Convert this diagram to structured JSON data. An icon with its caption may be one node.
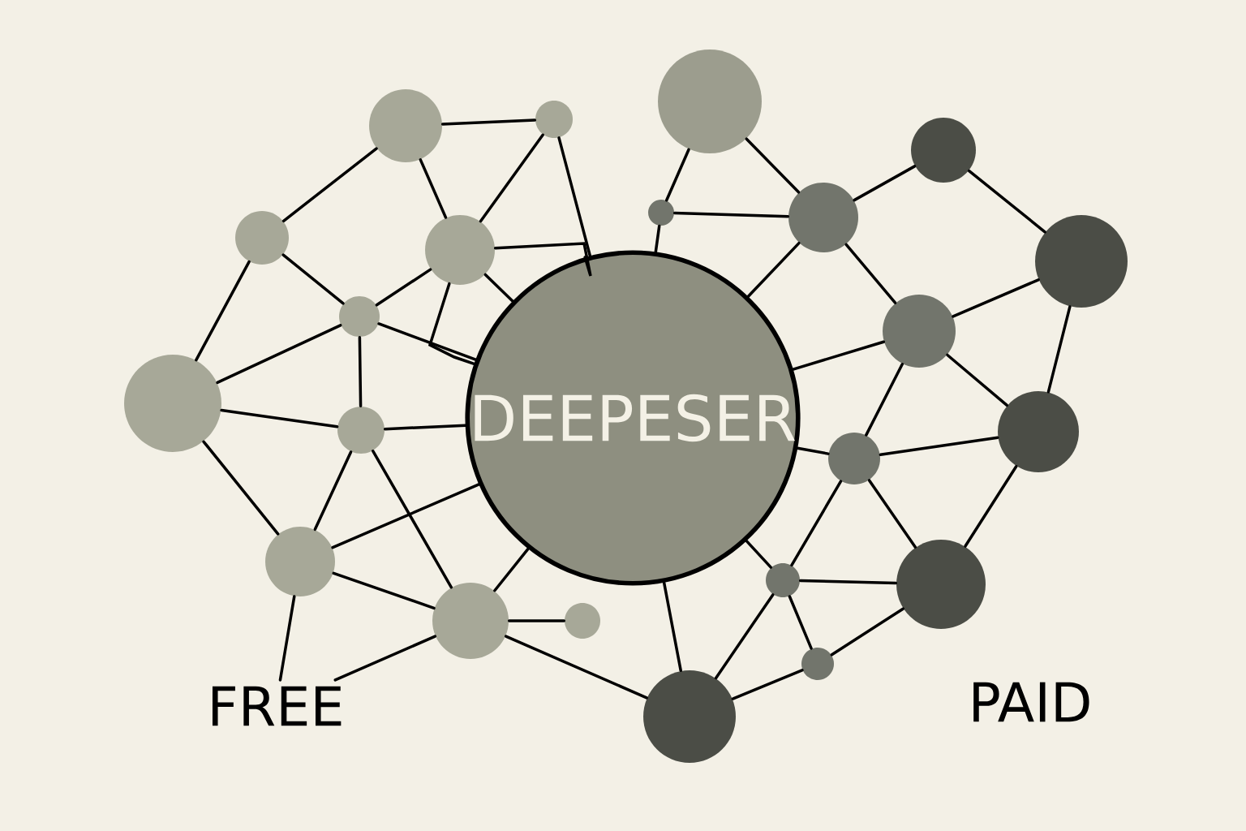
{
  "diagram": {
    "nodes": [
      {
        "text": [
          "DEEPESER"
        ]
      },
      {
        "text": [],
        "shape": "circle"
      },
      {
        "text": [],
        "shape": "circle"
      },
      {
        "text": [],
        "shape": "circle"
      },
      {
        "text": [],
        "shape": "circle"
      },
      {
        "text": [],
        "shape": "circle"
      },
      {
        "text": [],
        "shape": "circle"
      },
      {
        "text": [],
        "shape": "circle"
      },
      {
        "text": [],
        "shape": "circle"
      },
      {
        "text": [],
        "shape": "circle"
      },
      {
        "text": [],
        "shape": "circle"
      },
      {
        "text": [],
        "shape": "circle"
      },
      {
        "text": [],
        "shape": "circle"
      },
      {
        "text": [],
        "shape": "circle"
      },
      {
        "text": [],
        "shape": "circle"
      },
      {
        "text": [],
        "shape": "circle"
      },
      {
        "text": [],
        "shape": "circle"
      },
      {
        "text": [],
        "shape": "circle"
      },
      {
        "text": [],
        "shape": "circle"
      },
      {
        "text": [],
        "shape": "circle"
      },
      {
        "text": [],
        "shape": "circle"
      },
      {
        "text": [],
        "shape": "circle"
      },
      {
        "text": [],
        "shape": "circle"
      },
      {
        "text": [
          "FREE"
        ]
      }
    ],
    "edges": [
      {
        "from": 1,
        "to": 2,
        "arrow": "none"
      },
      {
        "from": 1,
        "to": 3,
        "arrow": "none"
      },
      {
        "from": 1,
        "to": 4,
        "arrow": "none"
      },
      {
        "from": 2,
        "to": 4,
        "arrow": "none"
      },
      {
        "from": 2,
        "to": 0,
        "arrow": "none"
      },
      {
        "from": 4,
        "to": 0,
        "arrow": "none"
      },
      {
        "from": 4,
        "to": 0,
        "arrow": "none"
      },
      {
        "from": 4,
        "to": 0,
        "arrow": "none"
      },
      {
        "from": 3,
        "to": 5,
        "arrow": "none"
      },
      {
        "from": 3,
        "to": 6,
        "arrow": "none"
      },
      {
        "from": 5,
        "to": 4,
        "arrow": "none"
      },
      {
        "from": 5,
        "to": 0,
        "arrow": "none"
      },
      {
        "from": 5,
        "to": 6,
        "arrow": "none"
      },
      {
        "from": 5,
        "to": 7,
        "arrow": "none"
      },
      {
        "from": 6,
        "to": 7,
        "arrow": "none"
      },
      {
        "from": 6,
        "to": 8,
        "arrow": "none"
      },
      {
        "from": 7,
        "to": 0,
        "arrow": "none"
      },
      {
        "from": 7,
        "to": 8,
        "arrow": "none"
      },
      {
        "from": 7,
        "to": 9,
        "arrow": "none"
      },
      {
        "from": 8,
        "to": 0,
        "arrow": "none"
      },
      {
        "from": 8,
        "to": 9,
        "arrow": "none"
      },
      {
        "from": 8,
        "to": 23,
        "arrow": "none"
      },
      {
        "from": 9,
        "to": 23,
        "arrow": "none"
      },
      {
        "from": 9,
        "to": 10,
        "arrow": "none"
      },
      {
        "from": 9,
        "to": 0,
        "arrow": "none"
      },
      {
        "from": 9,
        "to": 22,
        "arrow": "none"
      },
      {
        "from": 11,
        "to": 12,
        "arrow": "none"
      },
      {
        "from": 11,
        "to": 13,
        "arrow": "none"
      },
      {
        "from": 12,
        "to": 13,
        "arrow": "none"
      },
      {
        "from": 12,
        "to": 0,
        "arrow": "none"
      },
      {
        "from": 13,
        "to": 14,
        "arrow": "none"
      },
      {
        "from": 13,
        "to": 0,
        "arrow": "none"
      },
      {
        "from": 13,
        "to": 16,
        "arrow": "none"
      },
      {
        "from": 14,
        "to": 15,
        "arrow": "none"
      },
      {
        "from": 15,
        "to": 16,
        "arrow": "none"
      },
      {
        "from": 15,
        "to": 17,
        "arrow": "none"
      },
      {
        "from": 16,
        "to": 0,
        "arrow": "none"
      },
      {
        "from": 16,
        "to": 18,
        "arrow": "none"
      },
      {
        "from": 16,
        "to": 17,
        "arrow": "none"
      },
      {
        "from": 18,
        "to": 0,
        "arrow": "none"
      },
      {
        "from": 18,
        "to": 17,
        "arrow": "none"
      },
      {
        "from": 18,
        "to": 20,
        "arrow": "none"
      },
      {
        "from": 18,
        "to": 19,
        "arrow": "none"
      },
      {
        "from": 17,
        "to": 19,
        "arrow": "none"
      },
      {
        "from": 0,
        "to": 20,
        "arrow": "none"
      },
      {
        "from": 0,
        "to": 22,
        "arrow": "none"
      },
      {
        "from": 20,
        "to": 19,
        "arrow": "none"
      },
      {
        "from": 20,
        "to": 22,
        "arrow": "none"
      },
      {
        "from": 20,
        "to": 21,
        "arrow": "none"
      },
      {
        "from": 21,
        "to": 19,
        "arrow": "none"
      },
      {
        "from": 21,
        "to": 22,
        "arrow": "none"
      }
    ],
    "labels": [
      "PAID"
    ]
  }
}
